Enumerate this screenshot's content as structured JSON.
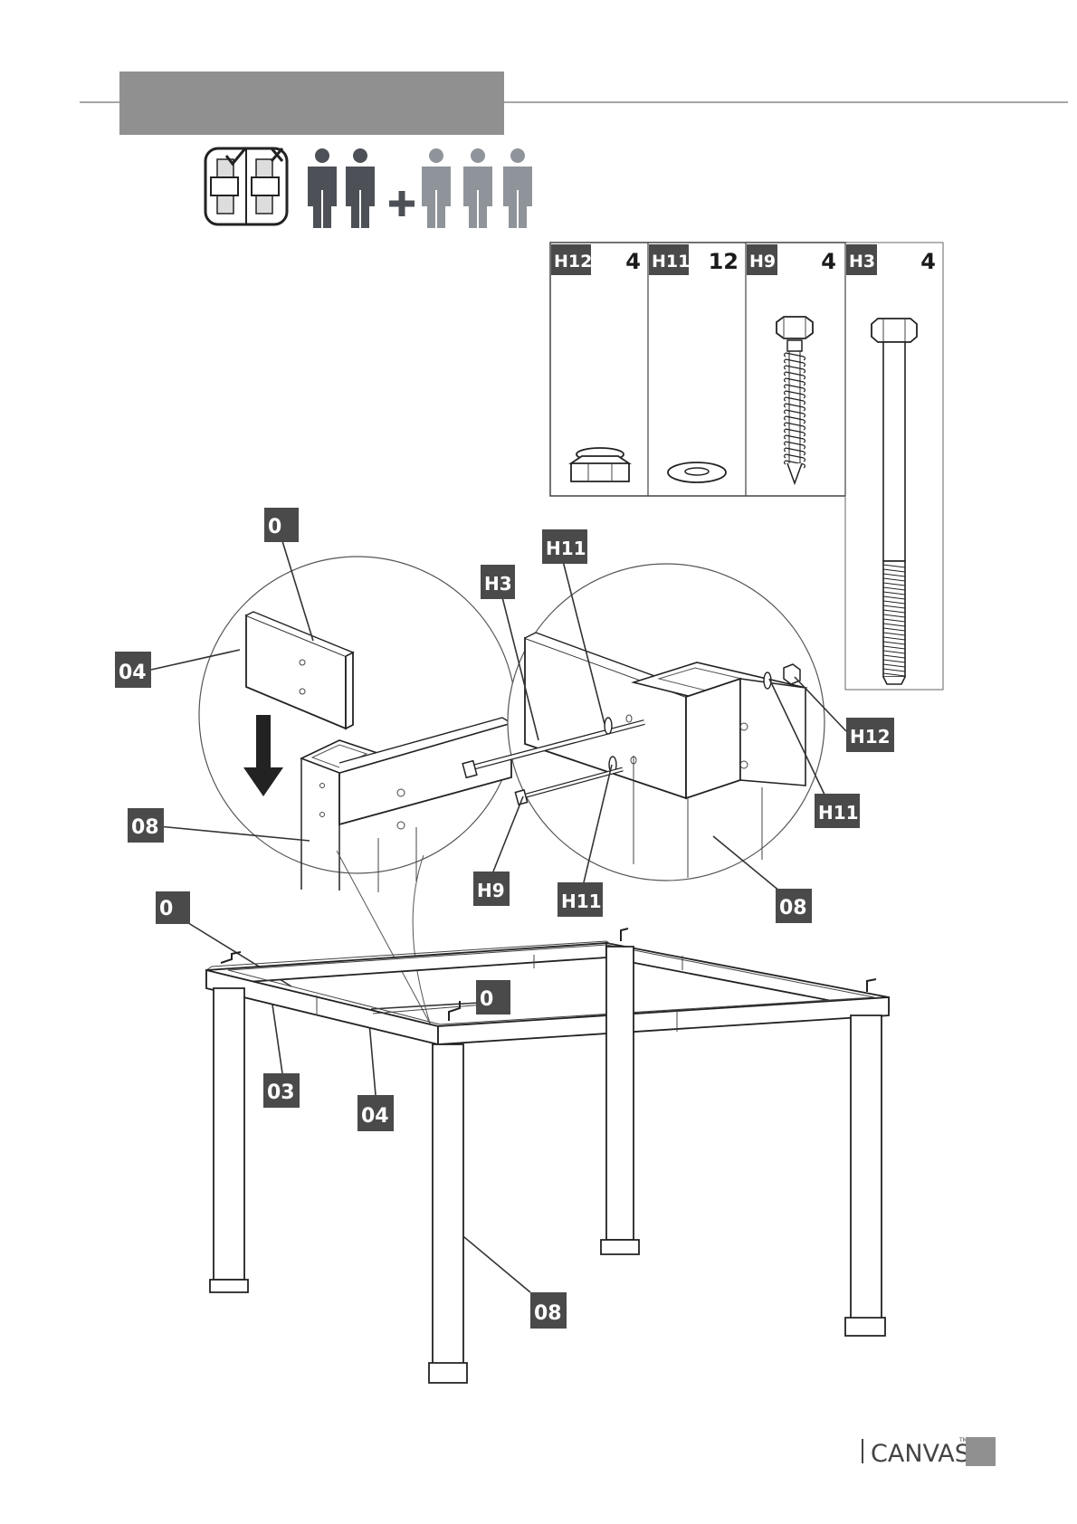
{
  "parts": [
    {
      "code": "H12",
      "qty": "4"
    },
    {
      "code": "H11",
      "qty": "12"
    },
    {
      "code": "H9",
      "qty": "4"
    },
    {
      "code": "H3",
      "qty": "4"
    }
  ],
  "callouts": {
    "c_0_top": "0",
    "c_04_left": "04",
    "c_08_left": "08",
    "c_h3": "H3",
    "c_h11_top": "H11",
    "c_h12": "H12",
    "c_h11_right": "H11",
    "c_h9": "H9",
    "c_h11_bottom": "H11",
    "c_08_right": "08",
    "c_0_frame": "0",
    "c_0_mid": "0",
    "c_03": "03",
    "c_04_frame": "04",
    "c_08_bottom": "08"
  },
  "footer": {
    "brand": "CANVAS",
    "tm": "TM"
  },
  "colors": {
    "header_band": "#909090",
    "label_bg": "#4a4a4a",
    "person_dark": "#4d5157",
    "person_light": "#8f949a"
  }
}
